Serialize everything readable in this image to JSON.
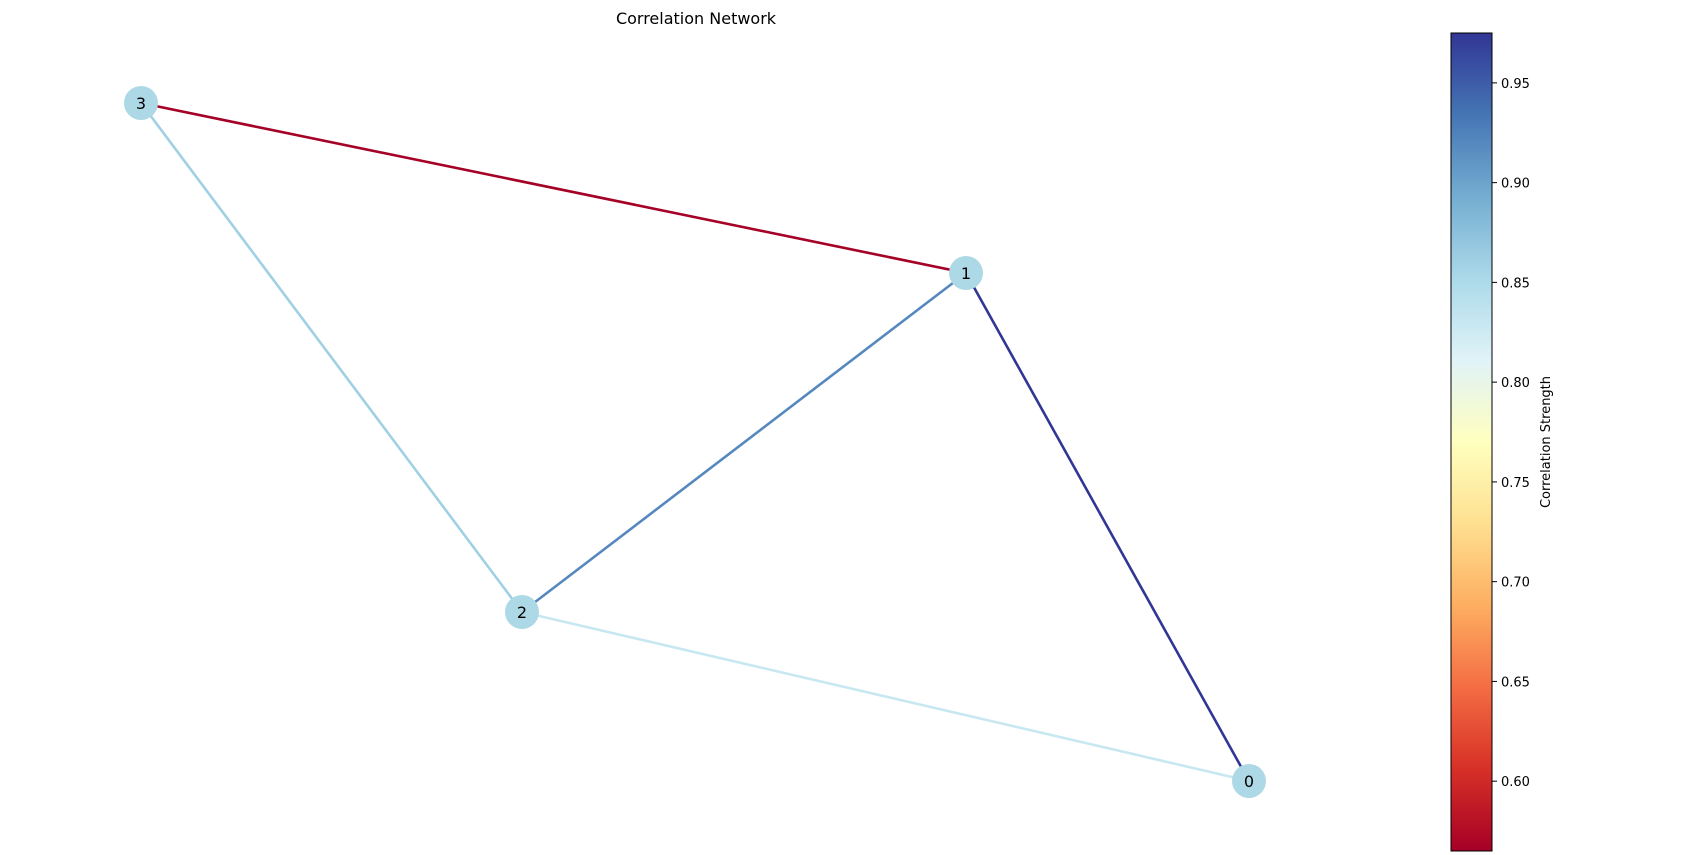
{
  "chart_data": {
    "type": "network",
    "title": "Correlation Network",
    "nodes": [
      {
        "id": "0",
        "label": "0"
      },
      {
        "id": "1",
        "label": "1"
      },
      {
        "id": "2",
        "label": "2"
      },
      {
        "id": "3",
        "label": "3"
      }
    ],
    "edges": [
      {
        "source": "3",
        "target": "1",
        "value": 0.565
      },
      {
        "source": "3",
        "target": "2",
        "value": 0.86
      },
      {
        "source": "2",
        "target": "1",
        "value": 0.92
      },
      {
        "source": "1",
        "target": "0",
        "value": 0.975
      },
      {
        "source": "2",
        "target": "0",
        "value": 0.83
      }
    ],
    "node_color": "#add8e6",
    "colorbar": {
      "label": "Correlation Strength",
      "colormap": "RdYlBu",
      "range": [
        0.565,
        0.975
      ],
      "ticks": [
        0.6,
        0.65,
        0.7,
        0.75,
        0.8,
        0.85,
        0.9,
        0.95
      ],
      "tick_labels": [
        "0.60",
        "0.65",
        "0.70",
        "0.75",
        "0.80",
        "0.85",
        "0.90",
        "0.95"
      ]
    }
  }
}
